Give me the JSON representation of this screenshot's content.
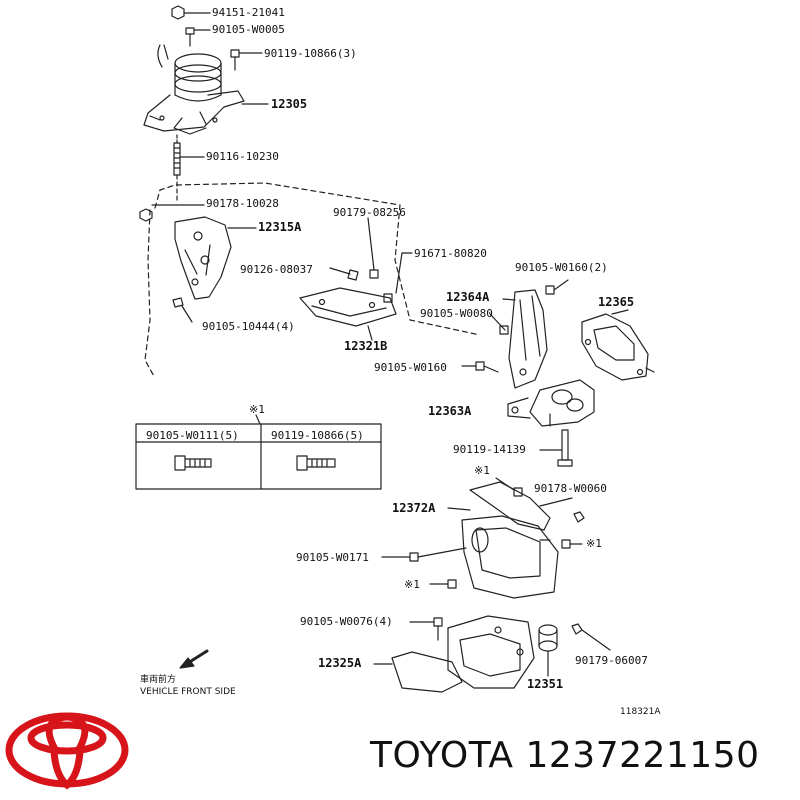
{
  "colors": {
    "line": "#222222",
    "logo": "#d7141a"
  },
  "labels": {
    "p94151": "94151-21041",
    "p90105w0005": "90105-W0005",
    "p90119a": "90119-10866(3)",
    "p12305": "12305",
    "p90116": "90116-10230",
    "p90178a": "90178-10028",
    "p90179a": "90179-08256",
    "p12315": "12315A",
    "p91671": "91671-80820",
    "p90126": "90126-08037",
    "p90105w0160a": "90105-W0160(2)",
    "p12364": "12364A",
    "p12365": "12365",
    "p90105w0080": "90105-W0080",
    "p90105_10444": "90105-10444(4)",
    "p12321": "12321B",
    "p90105w0160b": "90105-W0160",
    "p12363": "12363A",
    "p90119_14139": "90119-14139",
    "p90178w0060": "90178-W0060",
    "p12372": "12372A",
    "p90105w0171": "90105-W0171",
    "p90105w0076": "90105-W0076(4)",
    "p12325": "12325A",
    "p12351": "12351",
    "p90179b": "90179-06007"
  },
  "notes": {
    "star1_top": "※1",
    "star1_a": "※1",
    "star1_b": "※1",
    "star1_c": "※1"
  },
  "table": {
    "col1": "90105-W0111(5)",
    "col2": "90119-10866(5)"
  },
  "direction": {
    "jp": "車両前方",
    "en": "VEHICLE FRONT SIDE"
  },
  "figure_id": "118321A",
  "brand_text": "TOYOTA 1237221150"
}
